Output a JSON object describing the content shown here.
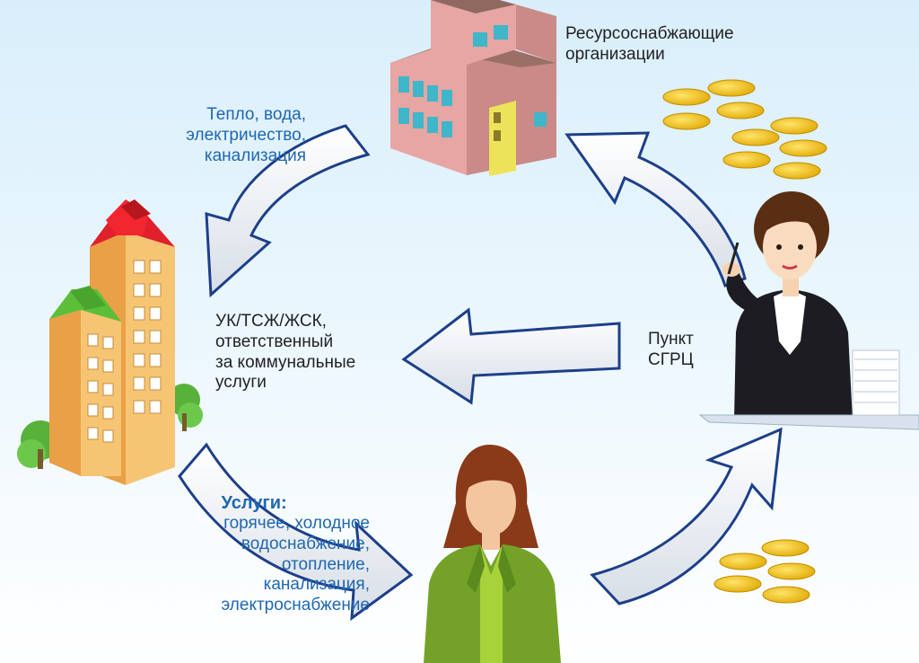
{
  "colors": {
    "text_blue": "#1f67b0",
    "text_dark": "#222222",
    "arrow_edge": "#1d3f8a",
    "coin": "#f2c200",
    "roof_red": "#e0202a",
    "roof_green": "#5cbf3a",
    "building_tan": "#f3b65c",
    "factory_pink": "#e7a5a3"
  },
  "labels": {
    "utilities": [
      "Тепло, вода,",
      "электричество,",
      "канализация"
    ],
    "resource_orgs": [
      "Ресурсоснабжающие",
      "организации"
    ],
    "management": [
      "УК/ТСЖ/ЖСК,",
      "ответственный",
      "за коммунальные",
      "услуги"
    ],
    "payment_point": [
      "Пункт",
      "СГРЦ"
    ],
    "services_title": "Услуги:",
    "services_list": [
      "горячее, холодное",
      "водоснабжение,",
      "отопление,",
      "канализация,",
      "электроснабжение"
    ]
  },
  "icons": [
    "factory-icon",
    "apartment-building-icon",
    "coin-stack-icon",
    "cashier-woman-icon",
    "resident-woman-icon",
    "paper-stack-icon",
    "cycle-arrow-icon"
  ]
}
